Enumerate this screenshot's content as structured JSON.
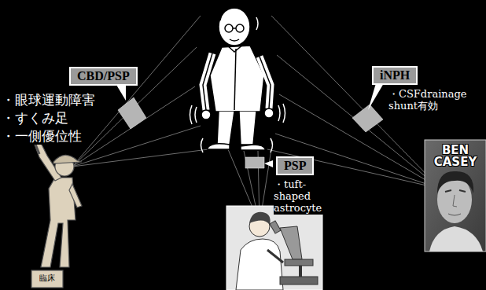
{
  "diagram": {
    "nodes": [
      {
        "text": [
          "CBD/PSP"
        ]
      },
      {
        "text": [
          "iNPH"
        ]
      },
      {
        "text": [
          "PSP"
        ]
      }
    ],
    "labels": [
      "・眼球運動障害",
      "・すくみ足",
      "・一側優位性",
      "・CSFdrainage shunt有効",
      "・tuft-shaped astrocyte",
      "BEN CASEY",
      "臨床"
    ]
  }
}
